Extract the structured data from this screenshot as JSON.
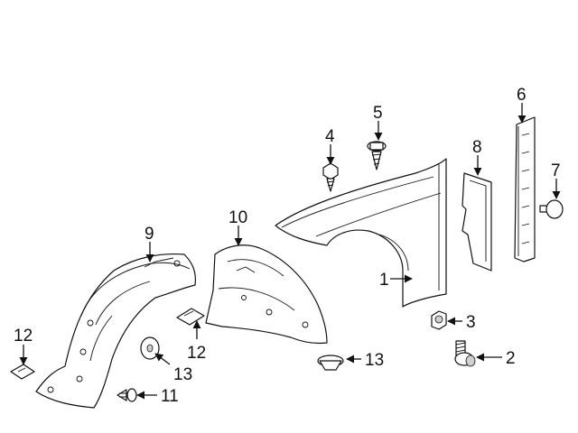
{
  "callouts": {
    "c1": "1",
    "c2": "2",
    "c3": "3",
    "c4": "4",
    "c5": "5",
    "c6": "6",
    "c7": "7",
    "c8": "8",
    "c9": "9",
    "c10": "10",
    "c11": "11",
    "c12a": "12",
    "c12b": "12",
    "c13a": "13",
    "c13b": "13"
  }
}
